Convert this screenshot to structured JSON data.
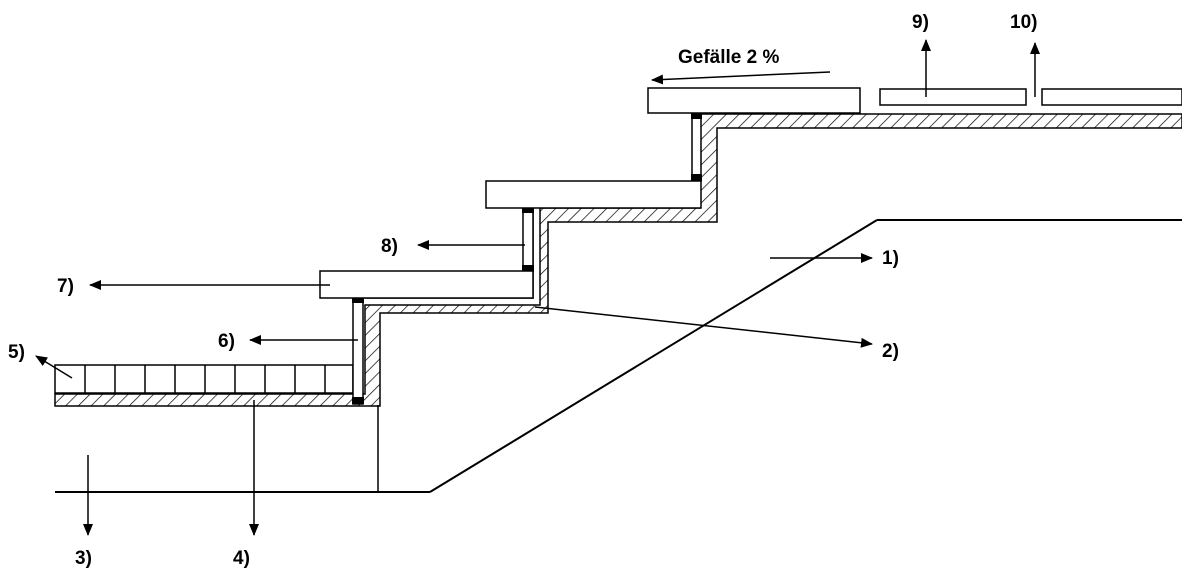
{
  "diagram": {
    "slope_label": "Gefälle 2 %",
    "callouts": {
      "c1": "1)",
      "c2": "2)",
      "c3": "3)",
      "c4": "4)",
      "c5": "5)",
      "c6": "6)",
      "c7": "7)",
      "c8": "8)",
      "c9": "9)",
      "c10": "10)"
    }
  }
}
